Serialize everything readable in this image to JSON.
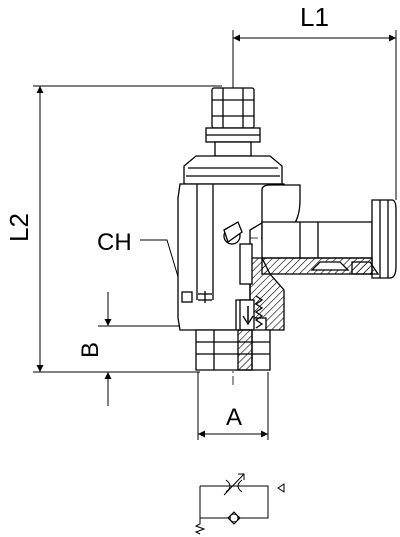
{
  "dimensions": {
    "l1": "L1",
    "l2": "L2",
    "a": "A",
    "b": "B",
    "ch": "CH"
  },
  "symbol": {
    "name": "flow-control-valve-symbol"
  },
  "colors": {
    "line": "#000000",
    "hatch": "#000000",
    "background": "#ffffff"
  }
}
